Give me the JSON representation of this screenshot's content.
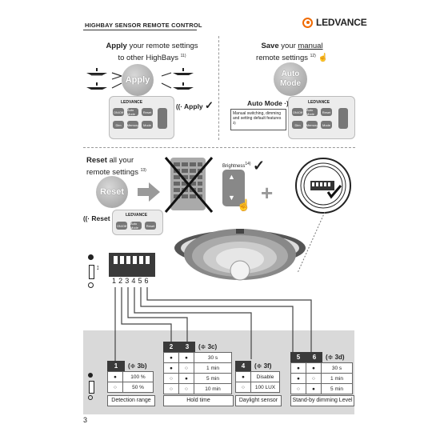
{
  "header": {
    "title": "HIGHBAY SENSOR REMOTE CONTROL",
    "brand": "LEDVANCE",
    "brand_color": "#f06a00"
  },
  "apply_section": {
    "title_bold": "Apply",
    "title_rest": " your remote settings",
    "title_line2": "to other HighBays",
    "footnote": "11)",
    "button_label": "Apply",
    "confirm_label": "Apply",
    "remote_brand": "LEDVANCE"
  },
  "save_section": {
    "title_bold": "Save",
    "title_rest1": " your ",
    "title_underline": "manual",
    "title_line2": "remote settings",
    "footnote": "12)",
    "button_label": "Auto Mode",
    "confirm_label": "Auto Mode",
    "note": "Manual switching, dimming and setting default features",
    "note_footnote": "3)",
    "remote_brand": "LEDVANCE"
  },
  "reset_section": {
    "title_bold": "Reset",
    "title_rest": " all your",
    "title_line2": "remote settings",
    "footnote": "13)",
    "button_label": "Reset",
    "confirm_label": "Reset",
    "brightness_label": "Brightness",
    "brightness_footnote": "14)",
    "remote_brand": "LEDVANCE"
  },
  "remote_buttons": [
    "ON/Off",
    "Auto Mode",
    "Reset",
    "Dim",
    "Memory",
    "Mode"
  ],
  "dip": {
    "numbers": [
      "1",
      "2",
      "3",
      "4",
      "5",
      "6"
    ]
  },
  "tables": {
    "detection": {
      "ref": "(≑ 3b)",
      "switch": "1",
      "rows": [
        [
          "●",
          "100 %"
        ],
        [
          "○",
          "50 %"
        ]
      ],
      "label": "Detection range"
    },
    "hold": {
      "ref": "(≑ 3c)",
      "switches": [
        "2",
        "3"
      ],
      "rows": [
        [
          "●",
          "●",
          "30 s"
        ],
        [
          "●",
          "○",
          "1 min"
        ],
        [
          "○",
          "●",
          "5 min"
        ],
        [
          "○",
          "○",
          "10 min"
        ]
      ],
      "label": "Hold time"
    },
    "daylight": {
      "ref": "(≑ 3f)",
      "switch": "4",
      "rows": [
        [
          "●",
          "Disable"
        ],
        [
          "○",
          "100 LUX"
        ]
      ],
      "label": "Daylight sensor"
    },
    "standby": {
      "ref": "(≑ 3d)",
      "switches": [
        "5",
        "6"
      ],
      "rows": [
        [
          "●",
          "●",
          "30 s"
        ],
        [
          "●",
          "○",
          "1 min"
        ],
        [
          "○",
          "●",
          "5 min"
        ]
      ],
      "label": "Stand-by dimming Level"
    }
  },
  "page_number": "3"
}
